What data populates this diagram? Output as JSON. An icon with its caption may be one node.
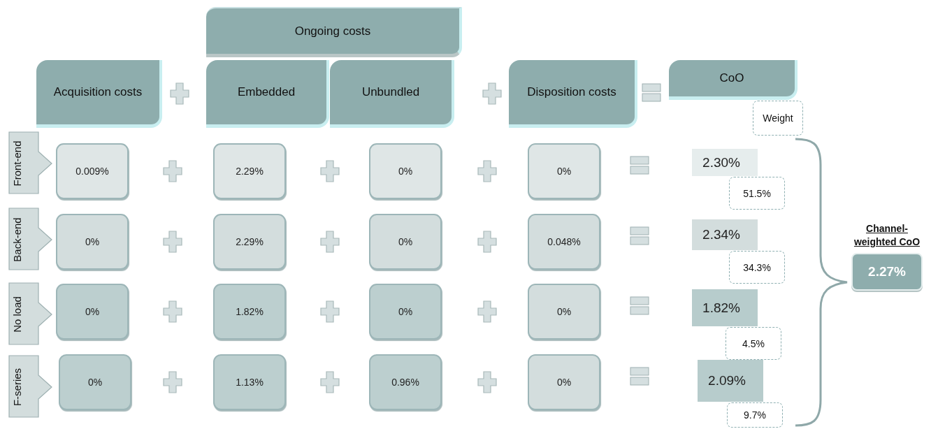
{
  "diagram": {
    "nodes": [
      {
        "text": [
          "Ongoing costs"
        ]
      },
      {
        "text": [
          "Acquisition costs"
        ]
      },
      {
        "text": [
          "Embedded"
        ]
      },
      {
        "text": [
          "Unbundled"
        ]
      },
      {
        "text": [
          "Disposition costs"
        ]
      },
      {
        "text": [
          "CoO"
        ]
      },
      {
        "text": [
          "Weight"
        ]
      },
      {
        "text": [
          "Front-end"
        ]
      },
      {
        "text": [
          "0.009%"
        ]
      },
      {
        "text": [
          "2.29%"
        ]
      },
      {
        "text": [
          "0%"
        ]
      },
      {
        "text": [
          "0%"
        ]
      },
      {
        "text": [
          "2.30%"
        ]
      },
      {
        "text": [
          "51.5%"
        ]
      },
      {
        "text": [
          "Back-end"
        ]
      },
      {
        "text": [
          "0%"
        ]
      },
      {
        "text": [
          "2.29%"
        ]
      },
      {
        "text": [
          "0%"
        ]
      },
      {
        "text": [
          "0.048%"
        ]
      },
      {
        "text": [
          "2.34%"
        ]
      },
      {
        "text": [
          "34.3%"
        ]
      },
      {
        "text": [
          "No load"
        ]
      },
      {
        "text": [
          "0%"
        ]
      },
      {
        "text": [
          "1.82%"
        ]
      },
      {
        "text": [
          "0%"
        ]
      },
      {
        "text": [
          "0%"
        ]
      },
      {
        "text": [
          "1.82%"
        ]
      },
      {
        "text": [
          "4.5%"
        ]
      },
      {
        "text": [
          "F-series"
        ]
      },
      {
        "text": [
          "0%"
        ]
      },
      {
        "text": [
          "1.13%"
        ]
      },
      {
        "text": [
          "0.96%"
        ]
      },
      {
        "text": [
          "0%"
        ]
      },
      {
        "text": [
          "2.09%"
        ]
      },
      {
        "text": [
          "9.7%"
        ]
      },
      {
        "text": [
          "Channel-weighted CoO",
          "2.27%"
        ]
      }
    ]
  }
}
